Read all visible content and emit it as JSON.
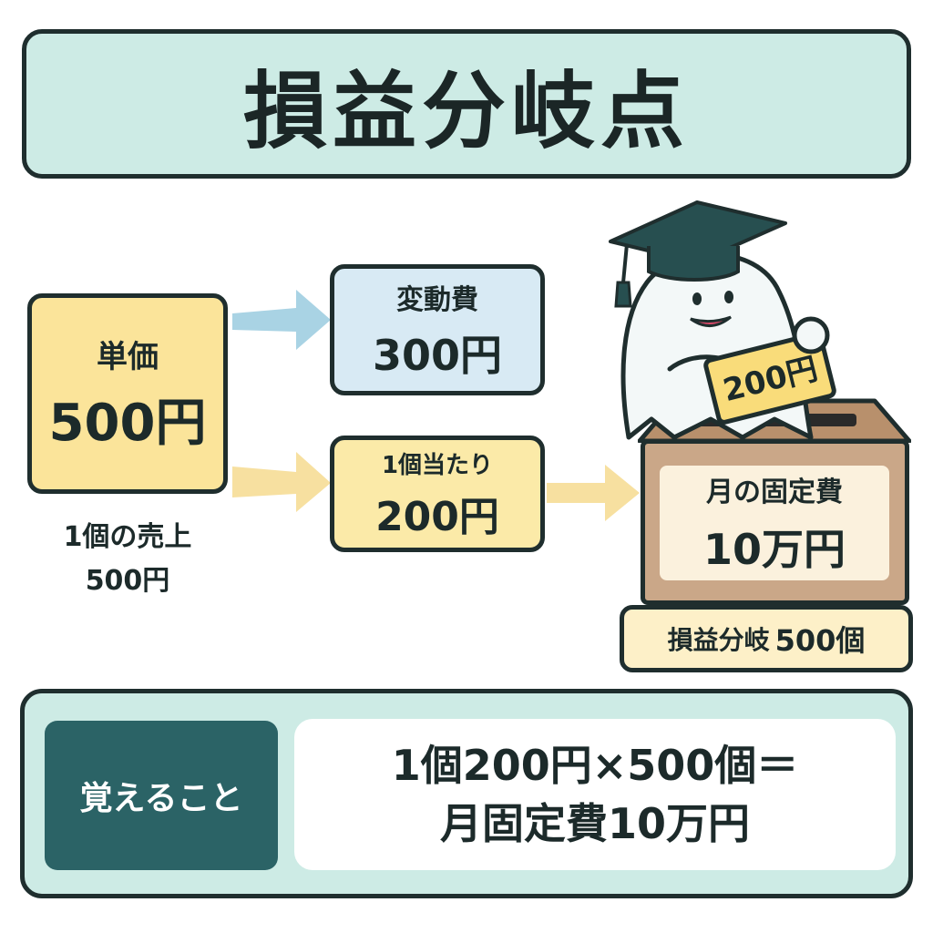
{
  "title": "損益分岐点",
  "unit_price": {
    "label": "単価",
    "value": "500円"
  },
  "sales_note": {
    "line1": "1個の売上",
    "line2": "500円"
  },
  "variable_cost": {
    "label": "変動費",
    "value": "300円"
  },
  "per_unit": {
    "label": "1個当たり",
    "value": "200円"
  },
  "coin": {
    "value": "200円"
  },
  "fixed_cost": {
    "label": "月の固定費",
    "value": "10万円"
  },
  "break_even": {
    "label": "損益分岐",
    "value": "500個"
  },
  "summary": {
    "tag": "覚えること",
    "line1": "1個200円×500個＝",
    "line2": "月固定費10万円"
  },
  "colors": {
    "title_bg": "#cdebe5",
    "unit_price_bg": "#fbe49a",
    "variable_cost_bg": "#d8eaf4",
    "per_unit_bg": "#fbeaa8",
    "box_brown": "#caa788",
    "tag_teal": "#2b6366",
    "arrow_blue": "#a9d3e4",
    "arrow_yellow": "#f7e0a0"
  },
  "icons": [
    "graduation-cap-icon",
    "ghost-mascot",
    "coin-card",
    "donation-box"
  ]
}
